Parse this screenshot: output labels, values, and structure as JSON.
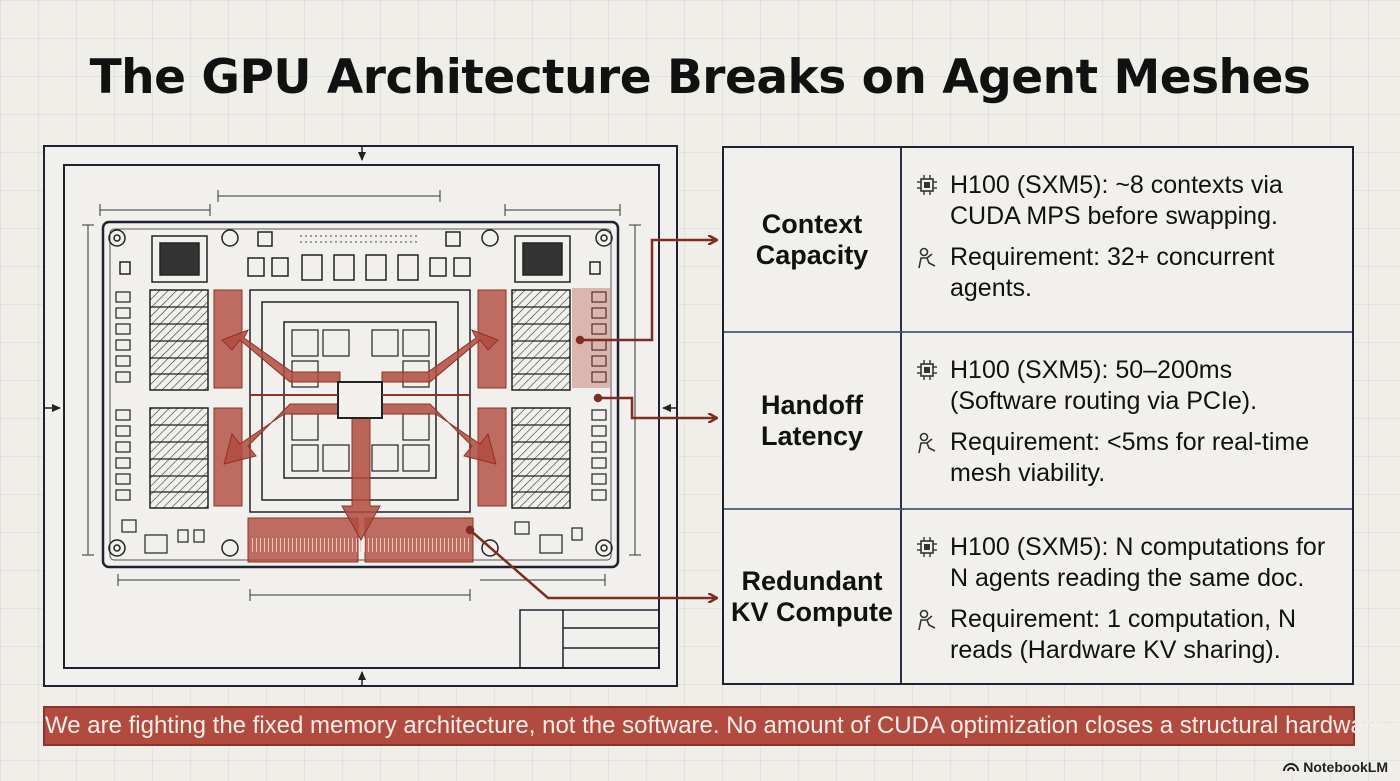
{
  "title": "The GPU Architecture Breaks on Agent Meshes",
  "rows": [
    {
      "label_line1": "Context",
      "label_line2": "Capacity",
      "bullets": [
        {
          "icon": "chip-icon",
          "lines": [
            "H100 (SXM5): ~8 contexts via",
            "CUDA MPS before swapping."
          ]
        },
        {
          "icon": "agent-icon",
          "lines": [
            "Requirement: 32+ concurrent",
            "agents."
          ]
        }
      ]
    },
    {
      "label_line1": "Handoff",
      "label_line2": "Latency",
      "bullets": [
        {
          "icon": "chip-icon",
          "lines": [
            "H100 (SXM5): 50–200ms",
            "(Software routing via PCIe)."
          ]
        },
        {
          "icon": "agent-icon",
          "lines": [
            "Requirement: <5ms for real-time",
            "mesh viability."
          ]
        }
      ]
    },
    {
      "label_line1": "Redundant",
      "label_line2": "KV Compute",
      "bullets": [
        {
          "icon": "chip-icon",
          "lines": [
            "H100 (SXM5): N computations for",
            "N agents reading the same doc."
          ]
        },
        {
          "icon": "agent-icon",
          "lines": [
            "Requirement: 1 computation, N",
            "reads (Hardware KV sharing)."
          ]
        }
      ]
    }
  ],
  "banner": "We are fighting the fixed memory architecture, not the software. No amount of CUDA optimization closes a structural hardware gap.",
  "brand": "NotebookLM",
  "colors": {
    "accent": "#b24b3f",
    "ink": "#1d2330",
    "background": "#efeee9"
  }
}
